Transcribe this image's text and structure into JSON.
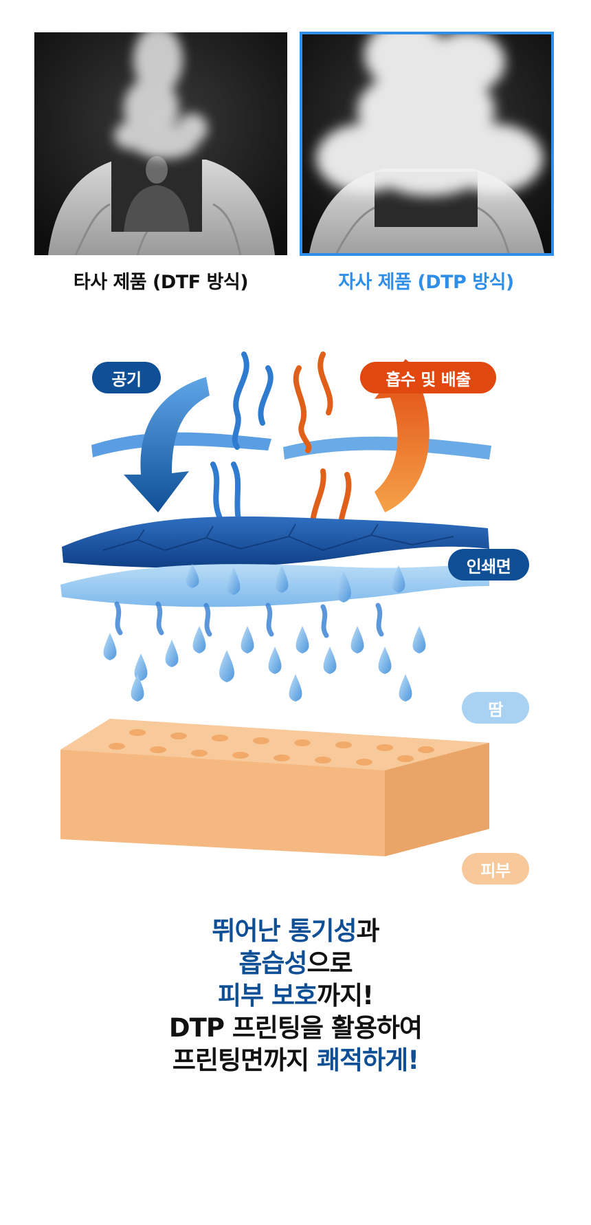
{
  "comparison": {
    "left_caption": "타사 제품 (DTF 방식)",
    "right_caption": "자사 제품 (DTP 방식)",
    "right_accent": "#2f8fe8"
  },
  "diagram_labels": {
    "air": "공기",
    "absorb_release": "흡수 및 배출",
    "print_surface": "인쇄면",
    "sweat": "땀",
    "skin": "피부"
  },
  "headline": {
    "line1_blue": "뛰어난 통기성",
    "line1_rest": "과",
    "line2_blue": "흡습성",
    "line2_rest": "으로",
    "line3_blue": "피부 보호",
    "line3_rest": "까지!",
    "line4": "DTP 프린팅을 활용하여",
    "line5_rest": "프린팅면까지 ",
    "line5_blue": "쾌적하게!"
  },
  "colors": {
    "navy": "#0f4f96",
    "orange": "#e0480f",
    "sweat": "#a8d1f2",
    "skin": "#f7c99a"
  }
}
